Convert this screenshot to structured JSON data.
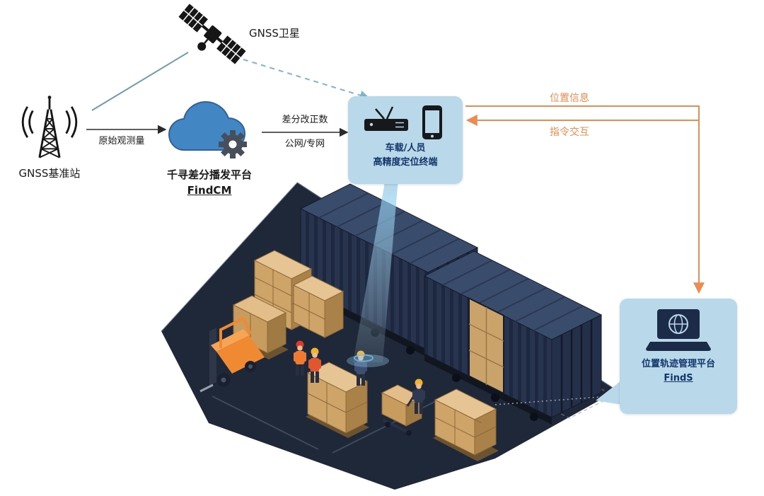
{
  "diagram": {
    "satellite": {
      "label": "GNSS卫星"
    },
    "base_station": {
      "label": "GNSS基准站"
    },
    "cloud_platform": {
      "name": "千寻差分播发平台",
      "product": "FindCM"
    },
    "terminal": {
      "line1": "车载/人员",
      "line2": "高精度定位终端"
    },
    "management_platform": {
      "name": "位置轨迹管理平台",
      "product": "FindS"
    },
    "links": {
      "raw_observation": "原始观测量",
      "correction_line1": "差分改正数",
      "correction_line2": "公网/专网",
      "position_info": "位置信息",
      "command_interaction": "指令交互"
    },
    "colors": {
      "panel_blue": "#b9d8ea",
      "panel_text": "#14366b",
      "arrow_orange": "#ec8c52",
      "link_teal": "#6e9cab",
      "satellite_link_dashed": "#7fb5cc",
      "cloud_blue": "#4286c4",
      "container_navy": "#28334d",
      "floor_navy": "#1f2838",
      "cargo_tan": "#cfa468",
      "forklift_orange": "#ef8a33"
    }
  }
}
